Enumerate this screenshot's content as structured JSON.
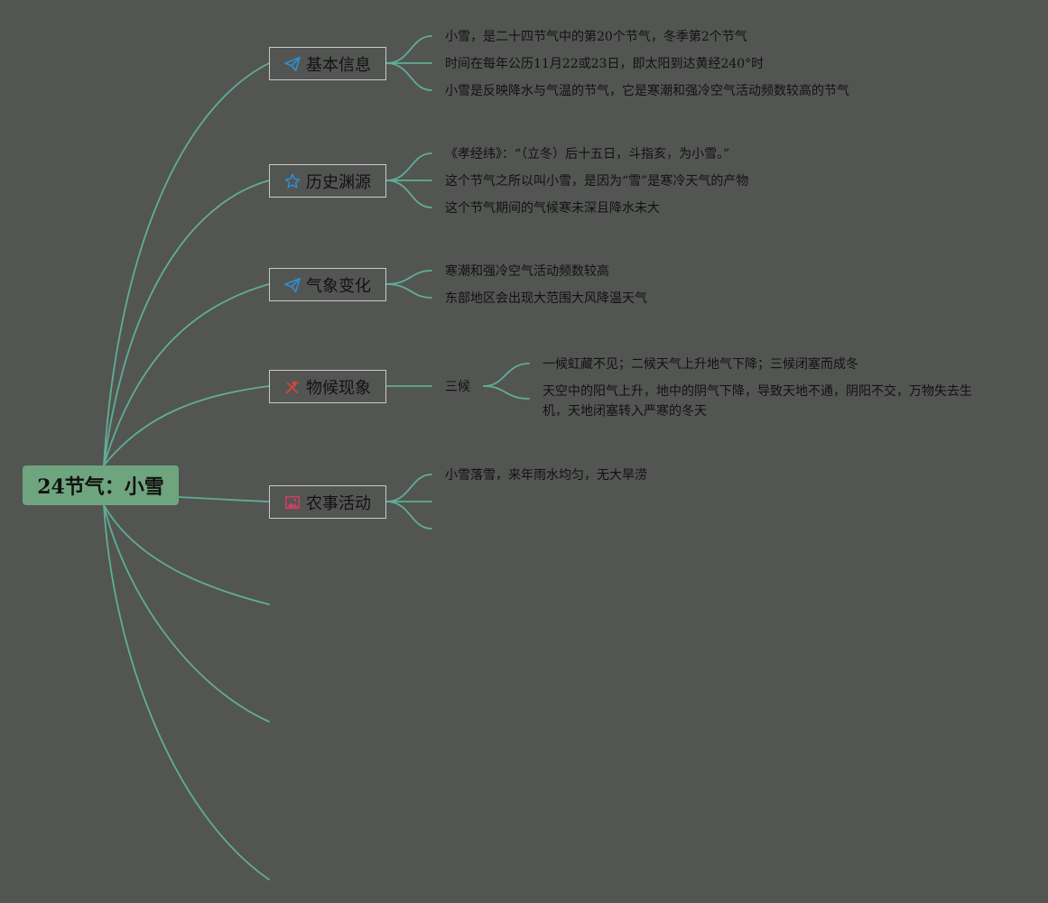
{
  "root": {
    "title": "24节气：小雪"
  },
  "branches": [
    {
      "label": "基本信息",
      "icon": "paper-plane-icon",
      "items": [
        "小雪，是二十四节气中的第20个节气，冬季第2个节气",
        "时间在每年公历11月22或23日，即太阳到达黄经240°时",
        "小雪是反映降水与气温的节气，它是寒潮和强冷空气活动频数较高的节气"
      ]
    },
    {
      "label": "历史渊源",
      "icon": "star-icon",
      "items": [
        "《孝经纬》：“（立冬）后十五日，斗指亥，为小雪。”",
        "这个节气之所以叫小雪，是因为“雪”是寒冷天气的产物",
        "这个节气期间的气候寒未深且降水未大"
      ]
    },
    {
      "label": "气象变化",
      "icon": "paper-plane-icon",
      "items": [
        "寒潮和强冷空气活动频数较高",
        "东部地区会出现大范围大风降温天气"
      ]
    },
    {
      "label": "物候现象",
      "icon": "tools-icon",
      "sub_label": "三候",
      "items": [
        "一候虹藏不见；二候天气上升地气下降；三候闭塞而成冬",
        "天空中的阳气上升，地中的阴气下降，导致天地不通，阴阳不交，万物失去生机，天地闭塞转入严寒的冬天"
      ]
    },
    {
      "label": "农事活动",
      "icon": "picture-icon",
      "items": [
        "小雪落雪，来年雨水均匀，无大旱涝",
        "",
        ""
      ]
    }
  ],
  "colors": {
    "background": "#535553",
    "connector": "#5fae93",
    "root_fill": "#6fa57e",
    "plane_icon": "#2f8fd0",
    "star_icon": "#2f8fd0",
    "tools_icon": "#c84a3a",
    "picture_icon": "#c8405e"
  }
}
